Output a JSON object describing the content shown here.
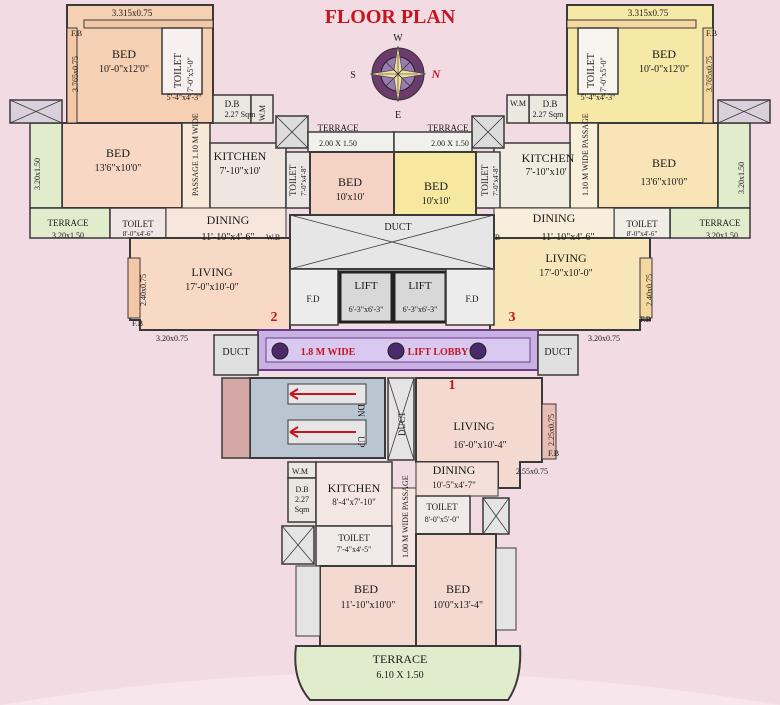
{
  "title": "FLOOR PLAN",
  "compass": {
    "n": "N",
    "s": "S",
    "e": "E",
    "w": "W"
  },
  "colors": {
    "background": "#f3dbe4",
    "title": "#c4161c",
    "wall": "#3a3a3a",
    "lobby": "#c9b1e3"
  },
  "flat2": {
    "bed1": {
      "name": "BED",
      "size": "10'-0\"x12'0\""
    },
    "dim_top": "3.315x0.75",
    "fb_top": "F.B",
    "dim_side": "3.765x0.75",
    "toilet1": {
      "name": "TOILET",
      "size": "7'-0\"x5'-0\""
    },
    "passage_size": "5'-4\"x4'-3\"",
    "db": {
      "name": "D.B",
      "size": "2.27 Sqm"
    },
    "wm": "W.M",
    "bed2": {
      "name": "BED",
      "size": "13'6\"x10'0\""
    },
    "passage": "PASSAGE 1.10 M WIDE",
    "kitchen": {
      "name": "KITCHEN",
      "size": "7'-10\"x10'"
    },
    "toilet2": {
      "name": "TOILET",
      "size": "7'-0\"x4'-8\""
    },
    "terrace_top": {
      "name": "TERRACE",
      "size": "2.00 X 1.50"
    },
    "bed3": {
      "name": "BED",
      "size": "10'x10'"
    },
    "terrace_side": {
      "name": "TERRACE",
      "size": "3.20x1.50"
    },
    "terrace_side_dim": "3.20x1.50",
    "toilet3": {
      "name": "TOILET",
      "size": "8'-0\"x4'-6\""
    },
    "dining": {
      "name": "DINING",
      "size": "11'-10\"x4'-6\""
    },
    "wb": "W.B",
    "living": {
      "name": "LIVING",
      "size": "17'-0\"x10'-0\""
    },
    "dim_living": "2.40x0.75",
    "fb_bottom": "F.B",
    "dim_bottom": "3.20x0.75",
    "number": "2"
  },
  "flat3": {
    "bed1": {
      "name": "BED",
      "size": "10'-0\"x12'0\""
    },
    "dim_top": "3.315x0.75",
    "fb_top": "F.B",
    "dim_side": "3.765x0.75",
    "toilet1": {
      "name": "TOILET",
      "size": "7'-0\"x5'-0\""
    },
    "passage_size": "5'-4\"x4'-3\"",
    "db": {
      "name": "D.B",
      "size": "2.27 Sqm"
    },
    "wm": "W.M",
    "bed2": {
      "name": "BED",
      "size": "13'6\"x10'0\""
    },
    "passage": "1.10 M WIDE PASSAGE",
    "kitchen": {
      "name": "KITCHEN",
      "size": "7'-10\"x10'"
    },
    "toilet2": {
      "name": "TOILET",
      "size": "7'-0\"x4'-8\""
    },
    "terrace_top": {
      "name": "TERRACE",
      "size": "2.00 X 1.50"
    },
    "bed3": {
      "name": "BED",
      "size": "10'x10'"
    },
    "terrace_side": {
      "name": "TERRACE",
      "size": "3.20x1.50"
    },
    "terrace_side_dim": "3.20x1.50",
    "toilet3": {
      "name": "TOILET",
      "size": "8'-0\"x4'-6\""
    },
    "dining": {
      "name": "DINING",
      "size": "11'-10\"x4'-6\""
    },
    "wb": "W.B",
    "living": {
      "name": "LIVING",
      "size": "17'-0\"x10'-0\""
    },
    "dim_living": "2.40x0.75",
    "fb_bottom": "F.B",
    "dim_bottom": "3.20x0.75",
    "number": "3"
  },
  "core": {
    "duct_top": "DUCT",
    "lift1": {
      "name": "LIFT",
      "size": "6'-3\"x6'-3\""
    },
    "lift2": {
      "name": "LIFT",
      "size": "6'-3\"x6'-3\""
    },
    "fd_left": "F.D",
    "fd_right": "F.D",
    "lobby": "1.8 M WIDE",
    "lobby2": "LIFT LOBBY",
    "duct_left": "DUCT",
    "duct_right": "DUCT",
    "duct_stair": "DUCT",
    "dn": "DN",
    "up": "UP"
  },
  "flat1": {
    "number": "1",
    "living": {
      "name": "LIVING",
      "size": "16'-0\"x10'-4\""
    },
    "dim_side": "2.25x0.75",
    "fb": "F.B",
    "dim_bottom": "2.55x0.75",
    "dining": {
      "name": "DINING",
      "size": "10'-5\"x4'-7\""
    },
    "wm": "W.M",
    "db": {
      "name": "D.B",
      "size1": "2.27",
      "size2": "Sqm"
    },
    "kitchen": {
      "name": "KITCHEN",
      "size": "8'-4\"x7'-10\""
    },
    "toilet1": {
      "name": "TOILET",
      "size": "8'-0\"x5'-0\""
    },
    "toilet2": {
      "name": "TOILET",
      "size": "7'-4\"x4'-5\""
    },
    "passage": "1.00 M WIDE PASSAGE",
    "bed1": {
      "name": "BED",
      "size": "11'-10\"x10'0\""
    },
    "bed2": {
      "name": "BED",
      "size": "10'0\"x13'-4\""
    },
    "terrace": {
      "name": "TERRACE",
      "size": "6.10 X 1.50"
    }
  }
}
